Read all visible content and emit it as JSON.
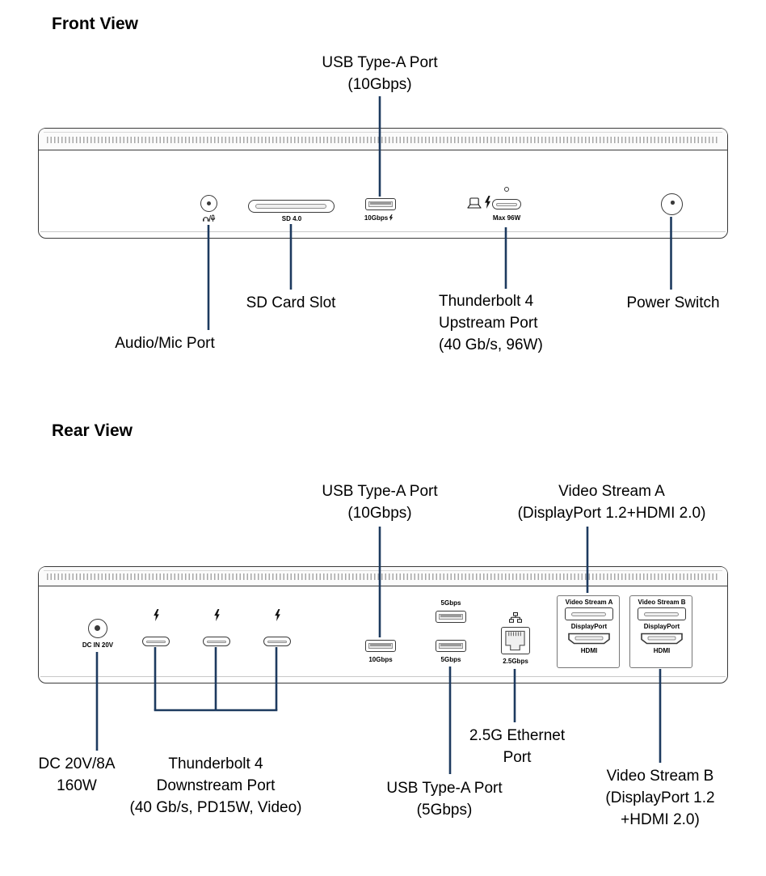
{
  "front": {
    "title": "Front View",
    "top_callout": {
      "line1": "USB Type-A Port",
      "line2": "(10Gbps)"
    },
    "port_labels": {
      "sd": "SD 4.0",
      "usb": "10Gbps",
      "tb": "Max 96W"
    },
    "callouts": {
      "audio": "Audio/Mic Port",
      "sd": "SD Card Slot",
      "tb_line1": "Thunderbolt 4",
      "tb_line2": "Upstream Port",
      "tb_line3": "(40 Gb/s, 96W)",
      "power": "Power Switch"
    }
  },
  "rear": {
    "title": "Rear View",
    "top_callouts": {
      "usb_line1": "USB Type-A Port",
      "usb_line2": "(10Gbps)",
      "vsa_line1": "Video Stream A",
      "vsa_line2": "(DisplayPort 1.2+HDMI 2.0)"
    },
    "port_labels": {
      "dc": "DC IN 20V",
      "usb10": "10Gbps",
      "usb5_top": "5Gbps",
      "usb5_bottom": "5Gbps",
      "eth": "2.5Gbps",
      "vsa_title": "Video Stream A",
      "vsa_dp": "DisplayPort",
      "vsa_hdmi": "HDMI",
      "vsb_title": "Video Stream B",
      "vsb_dp": "DisplayPort",
      "vsb_hdmi": "HDMI"
    },
    "callouts": {
      "dc_line1": "DC 20V/8A",
      "dc_line2": "160W",
      "tb_line1": "Thunderbolt 4",
      "tb_line2": "Downstream Port",
      "tb_line3": "(40 Gb/s, PD15W, Video)",
      "usb5_line1": "USB Type-A Port",
      "usb5_line2": "(5Gbps)",
      "eth_line1": "2.5G Ethernet",
      "eth_line2": "Port",
      "vsb_line1": "Video Stream B",
      "vsb_line2": "(DisplayPort 1.2",
      "vsb_line3": "+HDMI 2.0)"
    }
  },
  "icons": {
    "audio": "headphone-mic-icon",
    "thunderbolt": "thunderbolt-icon",
    "laptop": "laptop-icon",
    "network": "ethernet-network-icon",
    "charge_bolt": "charge-bolt-icon"
  },
  "colors": {
    "leader_line": "#1d3a5f",
    "device_outline": "#3a3a3a",
    "text": "#000000"
  }
}
